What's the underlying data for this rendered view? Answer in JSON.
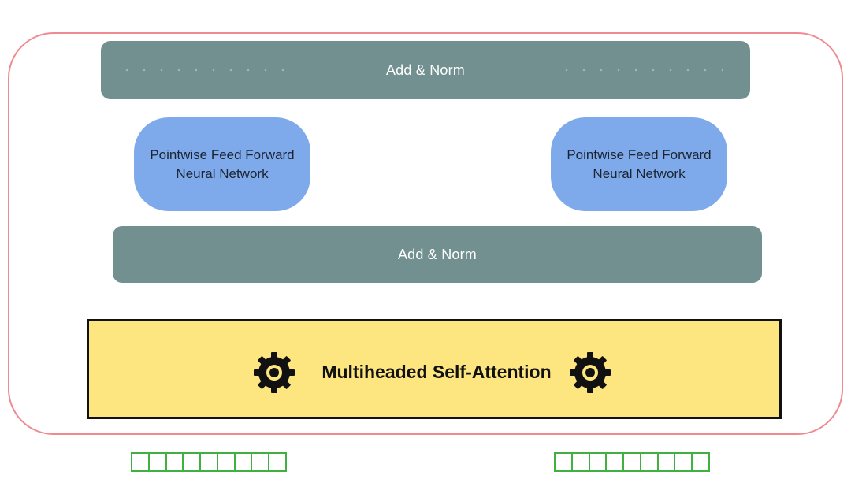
{
  "diagram": {
    "top_norm": {
      "label": "Add & Norm"
    },
    "ffn_left": {
      "line1": "Pointwise Feed Forward",
      "line2": "Neural Network"
    },
    "ffn_right": {
      "line1": "Pointwise Feed Forward",
      "line2": "Neural Network"
    },
    "bottom_norm": {
      "label": "Add & Norm"
    },
    "attention": {
      "label": "Multiheaded Self-Attention"
    },
    "colors": {
      "encoder_frame": "#f08a91",
      "norm_block": "#729090",
      "ffn_block": "#7eaaeb",
      "attention_block": "#fde57f",
      "embedding_vector": "#40b040"
    },
    "icons": {
      "attention_left": "gear-icon",
      "attention_right": "gear-icon"
    }
  }
}
